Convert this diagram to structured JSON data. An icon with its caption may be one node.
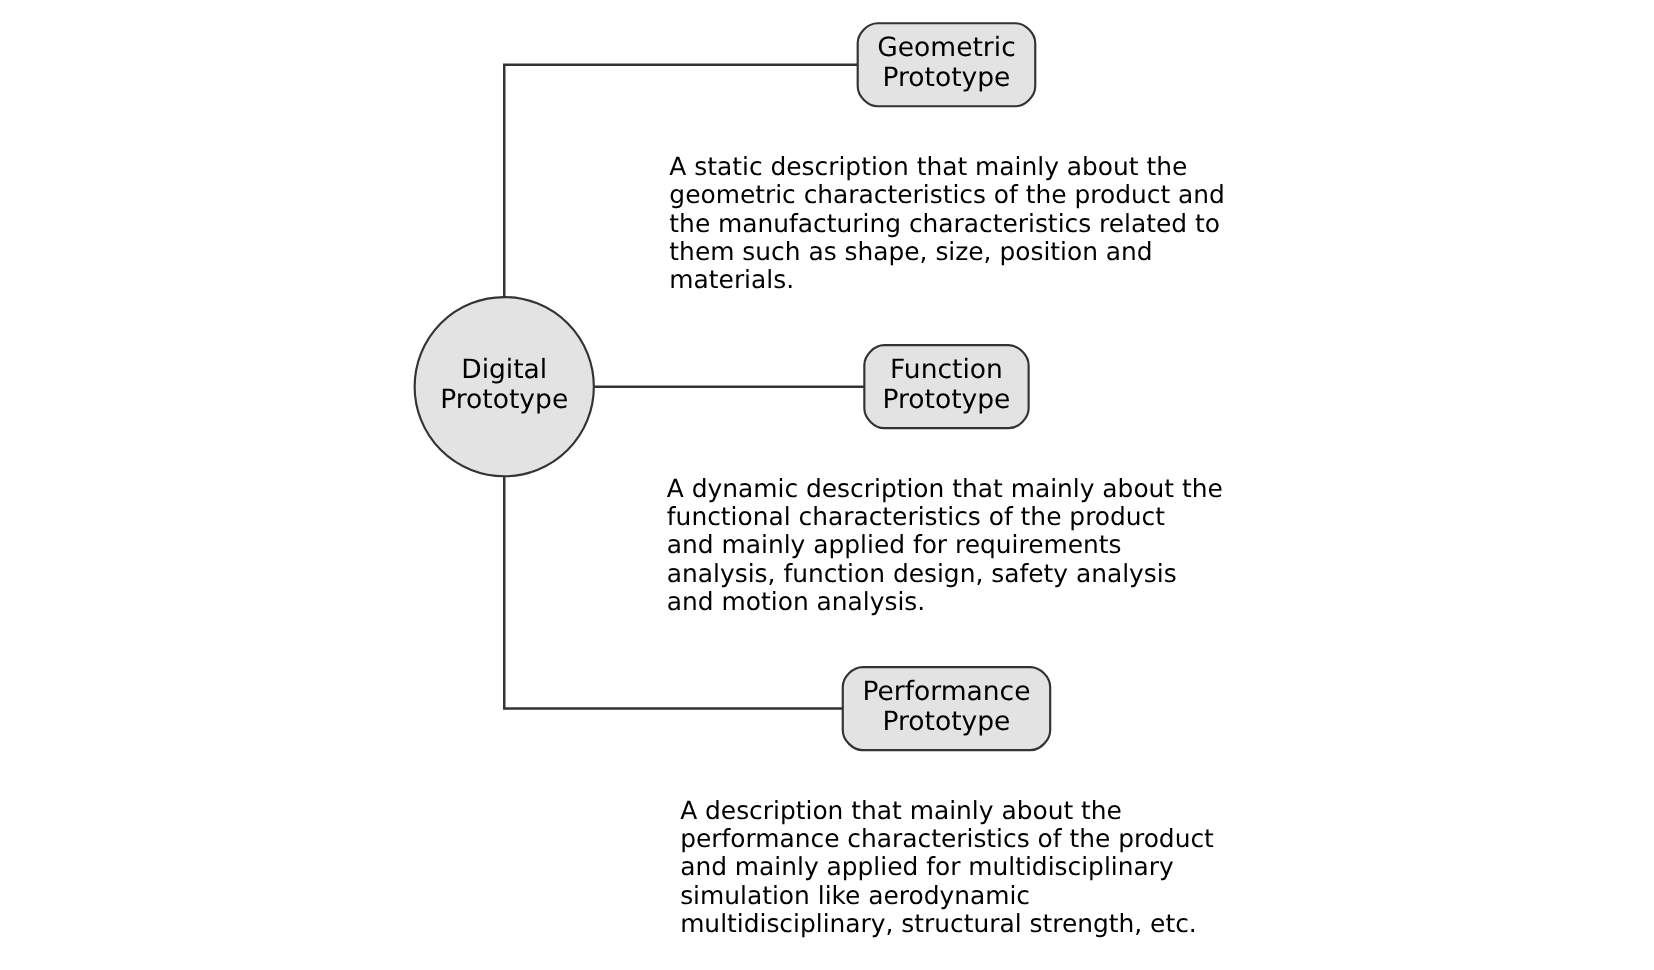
{
  "diagram": {
    "nodes": [
      {
        "text": [
          "Digital Prototype"
        ]
      },
      {
        "text": [
          "Geometric Prototype"
        ],
        "beside": [
          "A static description that mainly about the geometric characteristics of the product and the manufacturing characteristics related to them such as shape, size, position and materials."
        ]
      },
      {
        "text": [
          "Function Prototype"
        ],
        "beside": [
          "A dynamic description that mainly about the functional characteristics of the product and mainly applied for requirements analysis, function design, safety analysis and motion analysis."
        ]
      },
      {
        "text": [
          "Performance Prototype"
        ],
        "beside": [
          "A description that mainly about the performance characteristics of the product and mainly applied for multidisciplinary simulation like aerodynamic multidisciplinary, structural strength, etc."
        ]
      }
    ],
    "edges": [
      {
        "from": 0,
        "to": 1,
        "arrow": "none"
      },
      {
        "from": 0,
        "to": 2,
        "arrow": "none"
      },
      {
        "from": 0,
        "to": 3,
        "arrow": "none"
      }
    ]
  }
}
